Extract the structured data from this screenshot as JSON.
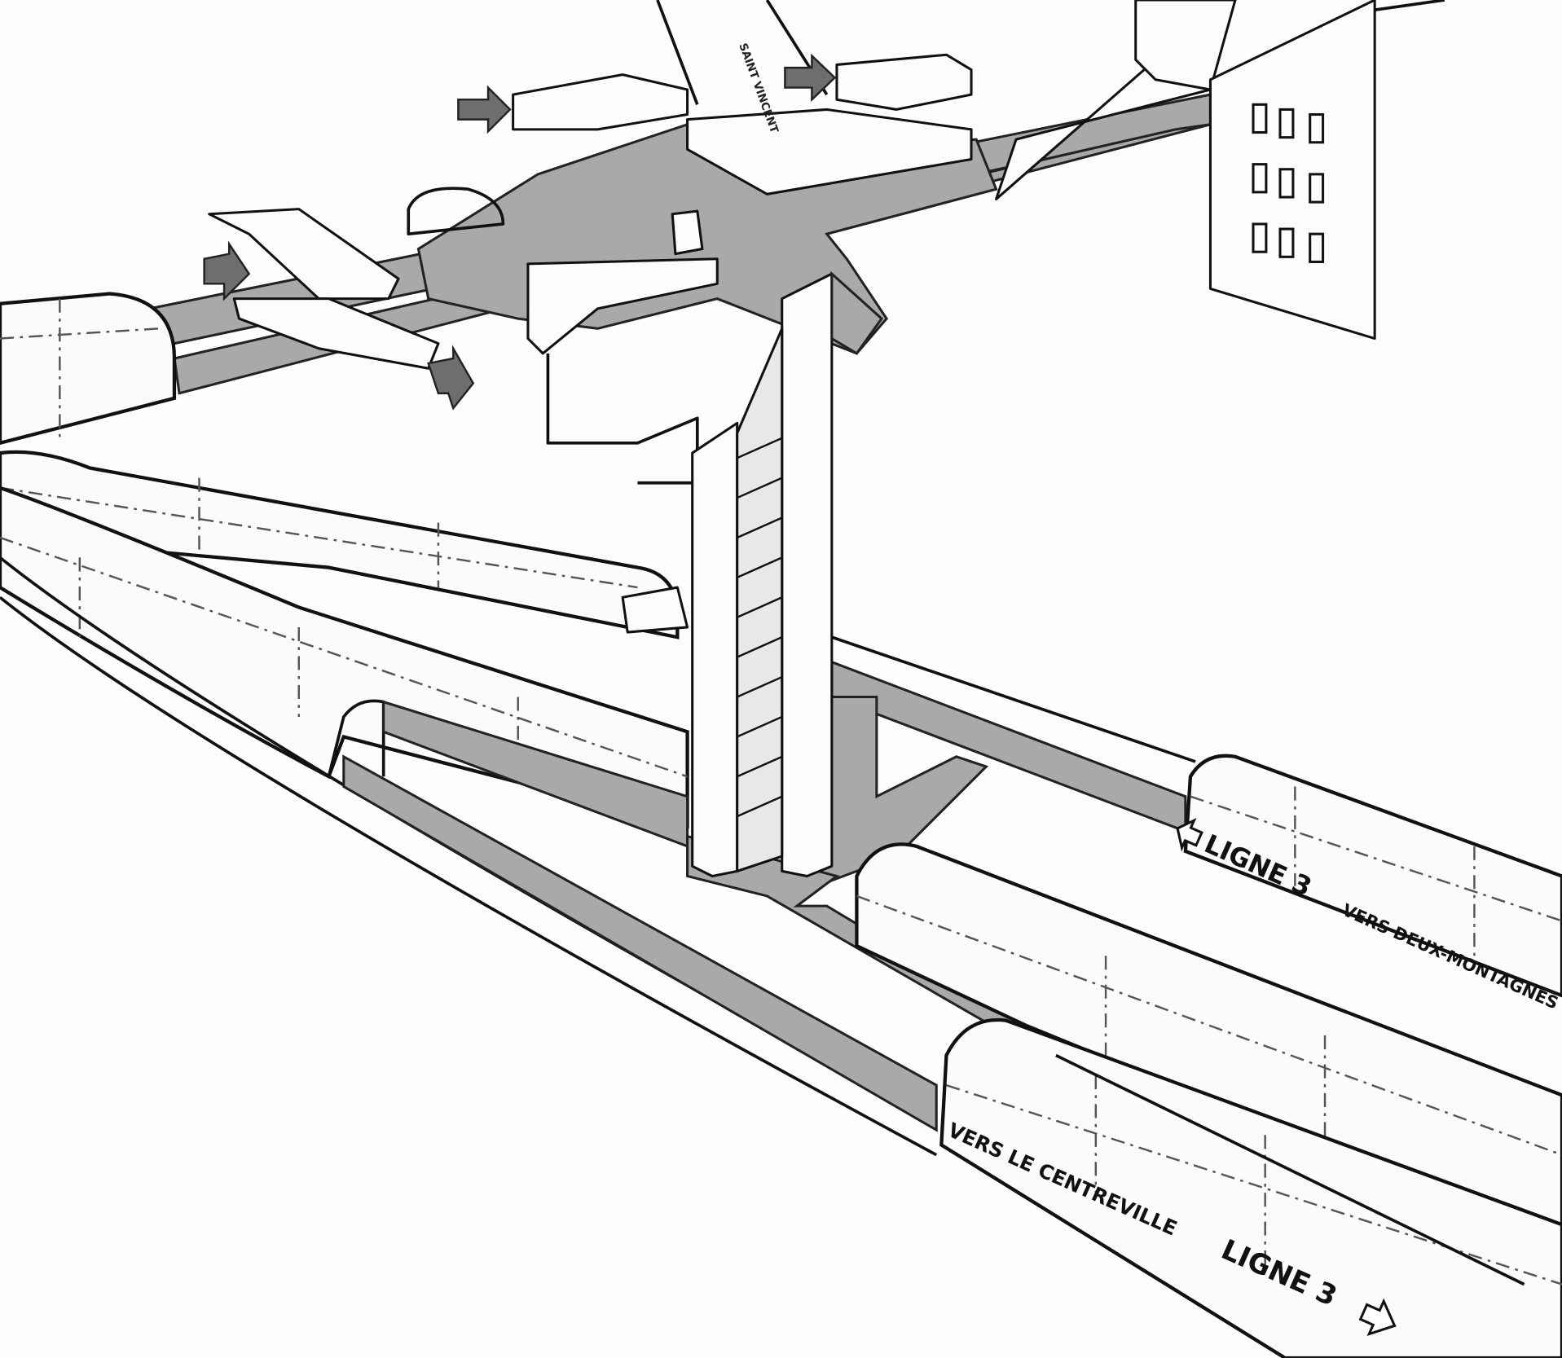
{
  "drawing": {
    "street_label": "SAINT VINCENT",
    "line_upper": {
      "line": "LIGNE 3",
      "direction": "VERS DEUX-MONTAGNES"
    },
    "line_lower": {
      "line": "LIGNE 3",
      "direction": "VERS LE CENTREVILLE"
    },
    "icons": [
      "entrance-arrow-icon",
      "direction-arrow-icon"
    ]
  }
}
